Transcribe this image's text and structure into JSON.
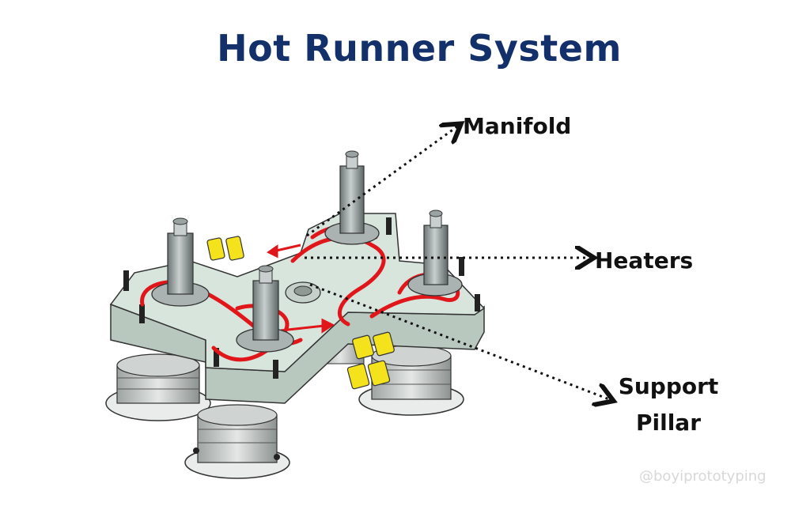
{
  "title": "Hot Runner System",
  "labels": {
    "manifold": "Manifold",
    "heaters": "Heaters",
    "support_line1": "Support",
    "support_line2": "Pillar"
  },
  "watermark": "@boyiprototyping",
  "colors": {
    "title": "#13306b",
    "manifold_plate": "#d8e5dd",
    "heater_channel": "#e0161b",
    "heater_connector": "#f4e21c",
    "nozzle": "#8c9494",
    "base_ring": "#bfc4c2"
  }
}
